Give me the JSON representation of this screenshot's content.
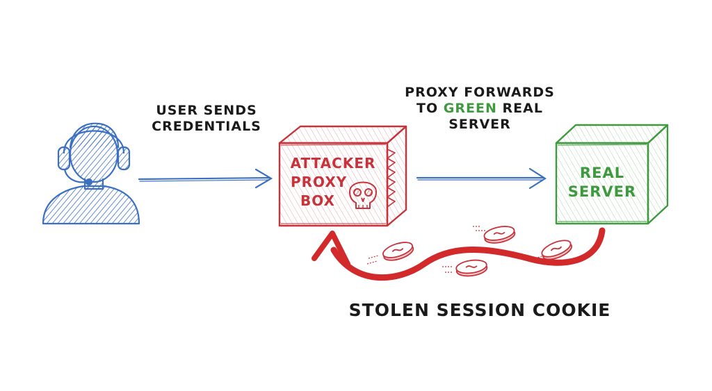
{
  "labels": {
    "user_step_line1": "USER SENDS",
    "user_step_line2": "CREDENTIALS",
    "proxy_step_line1": "PROXY FORWARDS",
    "proxy_step_line2_pre": "TO",
    "proxy_step_line2_green": "GREEN",
    "proxy_step_line2_post": "REAL",
    "proxy_step_line3": "SERVER",
    "attacker_line1": "ATTACKER",
    "attacker_line2": "PROXY",
    "attacker_line3": "BOX",
    "server_line1": "REAL",
    "server_line2": "SERVER",
    "cookie_label": "STOLEN SESSION COOKIE"
  },
  "colors": {
    "user_blue": "#3b6fc2",
    "attacker_red": "#c8323a",
    "server_green": "#3f9a3f",
    "arrow_blue": "#3b6fc2",
    "cookie_arrow_red": "#d22a2a",
    "text_dark": "#1a1a1a"
  },
  "icons": {
    "user": "headset-user-icon",
    "attacker": "skull-icon",
    "cookie": "cookie-coin-icon"
  }
}
